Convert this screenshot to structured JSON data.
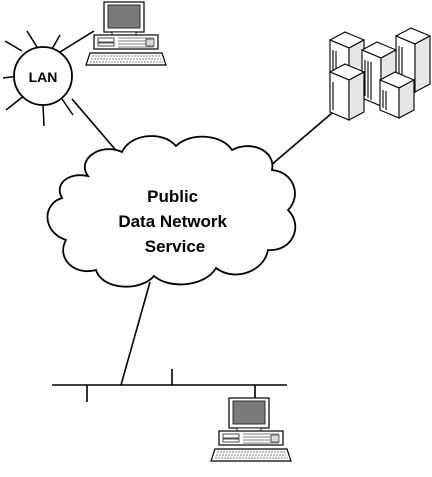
{
  "lan_label": "LAN",
  "cloud": {
    "lines": [
      "Public",
      "Data Network",
      "Service"
    ]
  },
  "colors": {
    "ink": "#000000",
    "screen": "#8c8c8c",
    "screen_dark": "#6e6e6e",
    "paper": "#ffffff",
    "panel": "#d9d9d9"
  },
  "icons": [
    "computer-icon",
    "server-cluster-icon",
    "computer-icon"
  ]
}
